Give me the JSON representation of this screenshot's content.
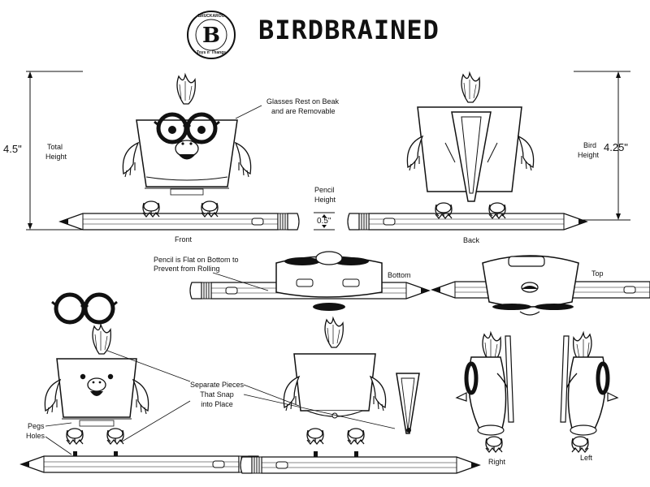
{
  "header": {
    "title": "BIRDBRAINED",
    "logo": {
      "brand": "BRUCKAROO",
      "letter": "B",
      "tagline": "Toys n' Thangs",
      "icon": "b-badge-logo"
    }
  },
  "labels": {
    "total_height_value": "4.5\"",
    "total_height_line1": "Total",
    "total_height_line2": "Height",
    "bird_height_line1": "Bird",
    "bird_height_line2": "Height",
    "bird_height_value": "4.25\"",
    "glasses_line1": "Glasses Rest on Beak",
    "glasses_line2": "and are Removable",
    "pencil_height_line1": "Pencil",
    "pencil_height_line2": "Height",
    "pencil_height_value": "0.5\"",
    "front": "Front",
    "back": "Back",
    "flat_line1": "Pencil is Flat on Bottom to",
    "flat_line2": "Prevent from Rolling",
    "bottom": "Bottom",
    "top": "Top",
    "separate_line1": "Separate Pieces",
    "separate_line2": "That Snap",
    "separate_line3": "into Place",
    "pegs": "Pegs",
    "holes": "Holes",
    "right": "Right",
    "left": "Left"
  }
}
